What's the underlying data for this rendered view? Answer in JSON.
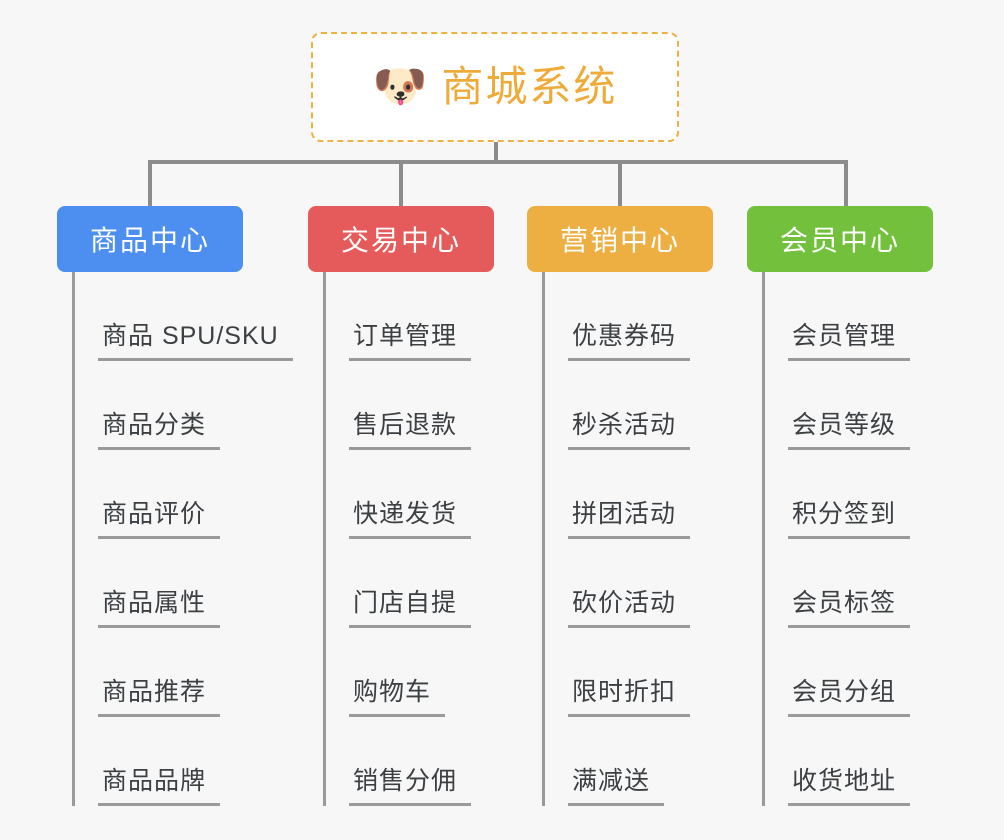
{
  "diagram": {
    "type": "mind-map",
    "background_color": "#f7f7f7",
    "root": {
      "title": "商城系统",
      "emoji": "🐶",
      "emoji_name": "shiba-dog-face-emoji",
      "text_color": "#eeab3a",
      "border_color": "#f0b042",
      "border_style": "dashed",
      "fill_color": "#ffffff"
    },
    "connector_color": "#8c8c8c",
    "spine_color": "#9a9a9a",
    "leaf_text_color": "#3c4043",
    "branches": [
      {
        "label": "商品中心",
        "color": "#4c8ff0",
        "items": [
          "商品 SPU/SKU",
          "商品分类",
          "商品评价",
          "商品属性",
          "商品推荐",
          "商品品牌"
        ]
      },
      {
        "label": "交易中心",
        "color": "#e55a5a",
        "items": [
          "订单管理",
          "售后退款",
          "快递发货",
          "门店自提",
          "购物车",
          "销售分佣"
        ]
      },
      {
        "label": "营销中心",
        "color": "#eeaf42",
        "items": [
          "优惠券码",
          "秒杀活动",
          "拼团活动",
          "砍价活动",
          "限时折扣",
          "满减送"
        ]
      },
      {
        "label": "会员中心",
        "color": "#72c03c",
        "items": [
          "会员管理",
          "会员等级",
          "积分签到",
          "会员标签",
          "会员分组",
          "收货地址"
        ]
      }
    ]
  }
}
